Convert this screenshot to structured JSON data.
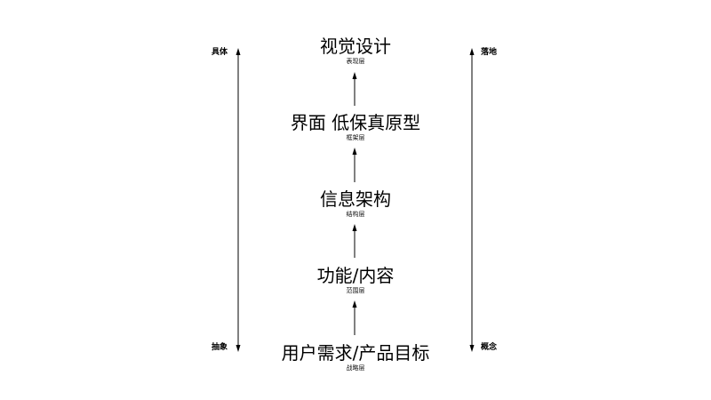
{
  "layers": [
    {
      "title": "视觉设计",
      "subtitle": "表现层"
    },
    {
      "title": "界面 低保真原型",
      "subtitle": "框架层"
    },
    {
      "title": "信息架构",
      "subtitle": "结构层"
    },
    {
      "title": "功能/内容",
      "subtitle": "范围层"
    },
    {
      "title": "用户需求/产品目标",
      "subtitle": "战略层"
    }
  ],
  "left_axis": {
    "top_label": "具体",
    "bottom_label": "抽象"
  },
  "right_axis": {
    "top_label": "落地",
    "bottom_label": "概念"
  }
}
